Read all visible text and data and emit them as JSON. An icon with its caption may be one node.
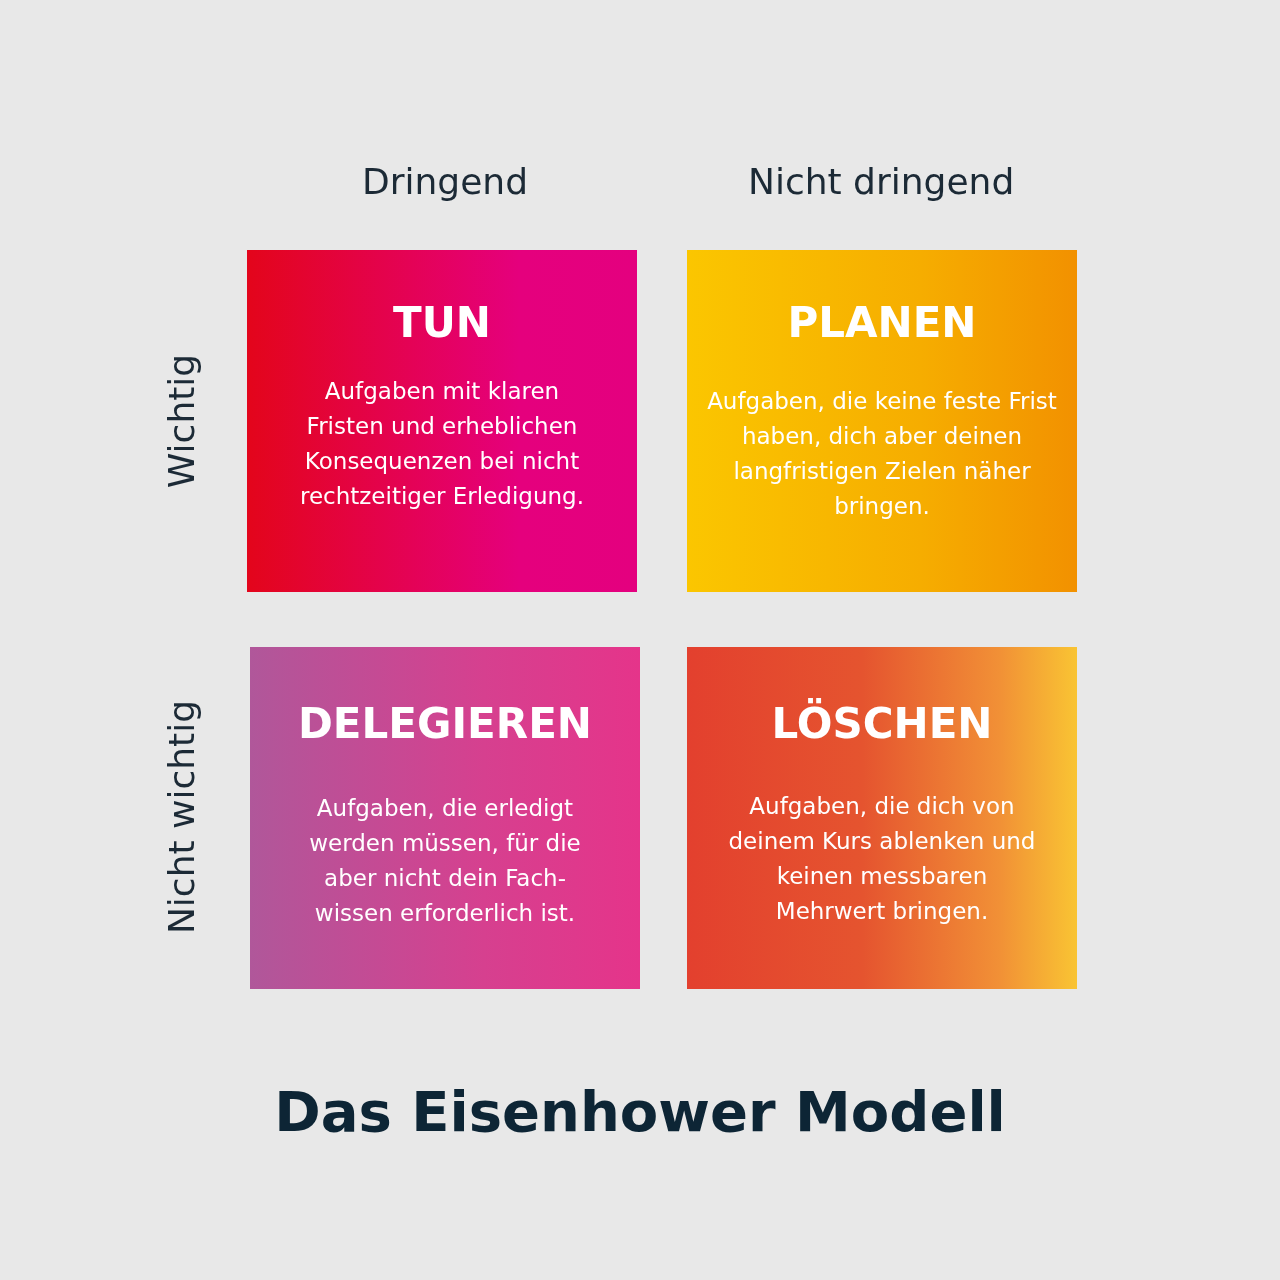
{
  "diagram": {
    "title": "Das Eisenhower Modell",
    "nodes": [
      {
        "text": [
          "TUN",
          "Aufgaben mit klaren Fristen und erheblichen Konsequenzen bei nicht rechtzeitiger Erledigung."
        ]
      },
      {
        "text": [
          "PLANEN",
          "Aufgaben, die keine feste Frist haben, dich aber deinen langfristigen Zielen näher bringen."
        ]
      },
      {
        "text": [
          "DELEGIEREN",
          "Aufgaben, die erledigt werden müssen, für die aber nicht dein Fach- wissen erforderlich ist."
        ]
      },
      {
        "text": [
          "LÖSCHEN",
          "Aufgaben, die dich von deinem Kurs ablenken und keinen messbaren Mehrwert bringen."
        ]
      }
    ],
    "labels": [
      "Dringend",
      "Nicht dringend",
      "Wichtig",
      "Nicht wichtig"
    ]
  }
}
